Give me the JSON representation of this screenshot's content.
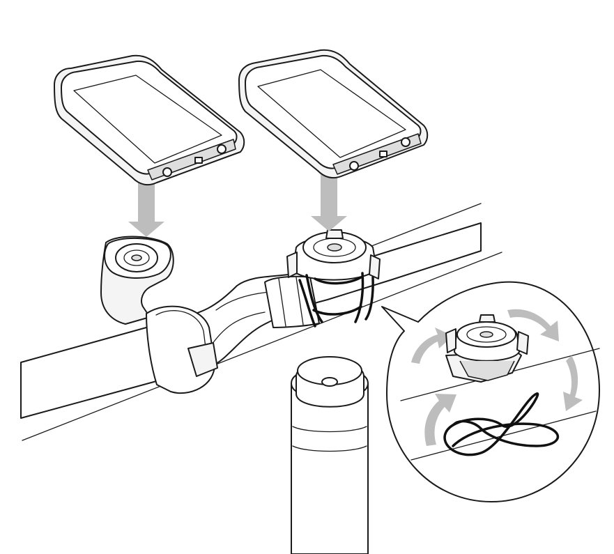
{
  "diagram": {
    "components": [
      {
        "id": "computer-left",
        "icon": "bike-computer-icon"
      },
      {
        "id": "computer-right",
        "icon": "bike-computer-icon"
      },
      {
        "id": "out-front-mount",
        "icon": "out-front-mount-icon"
      },
      {
        "id": "band-mount",
        "icon": "band-mount-icon"
      },
      {
        "id": "handlebar",
        "icon": "handlebar-icon"
      },
      {
        "id": "stem",
        "icon": "stem-icon"
      },
      {
        "id": "detail-callout",
        "icon": "magnified-callout-icon"
      },
      {
        "id": "elastic-bands",
        "icon": "rubber-band-icon"
      }
    ],
    "arrow_color": "#bdbdbd",
    "line_color": "#1a1a1a",
    "background": "#ffffff"
  }
}
